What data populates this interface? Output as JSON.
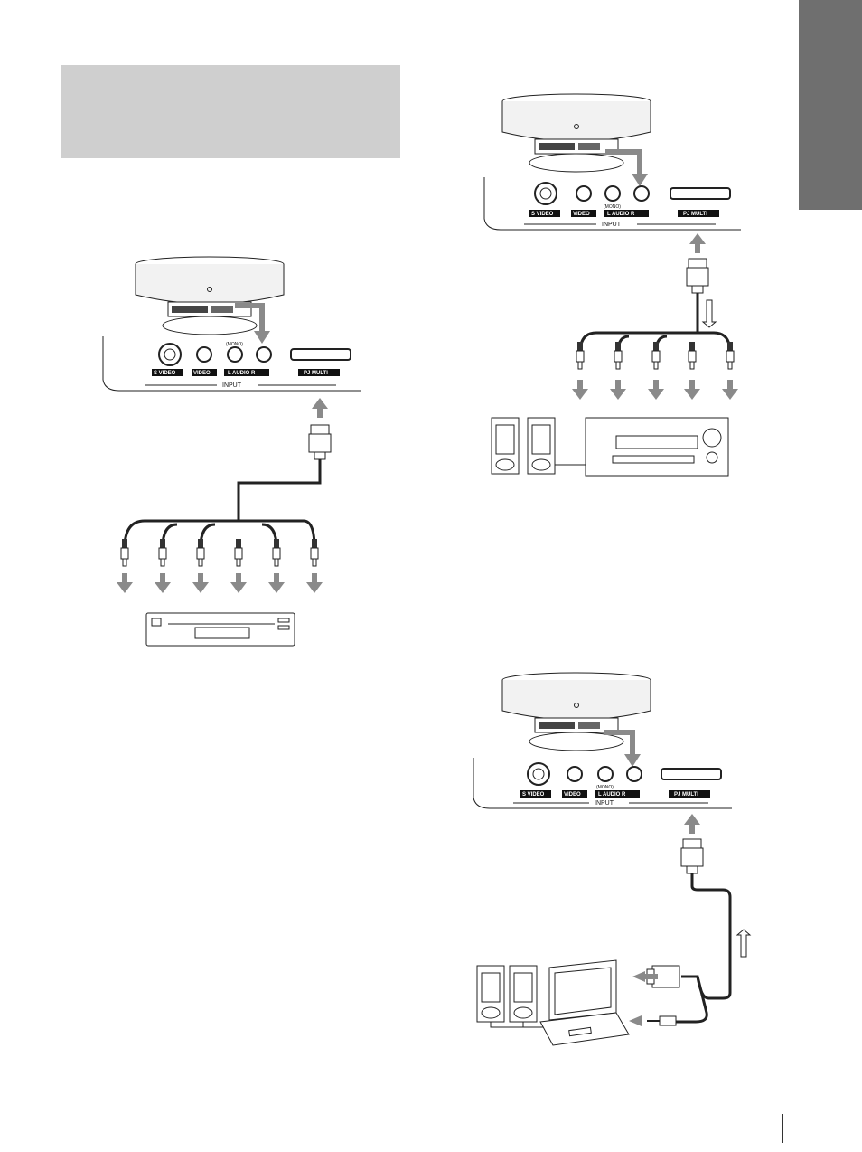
{
  "panel": {
    "ports": {
      "s_video": "S VIDEO",
      "video": "VIDEO",
      "audio": "L  AUDIO  R",
      "mono": "(MONO)",
      "pj_multi": "PJ MULTI",
      "input": "INPUT"
    }
  },
  "colors": {
    "side_tab": "#6f6f6f",
    "title_box": "#cfcfcf",
    "arrow": "#8a8a8a",
    "cable": "#222222"
  }
}
